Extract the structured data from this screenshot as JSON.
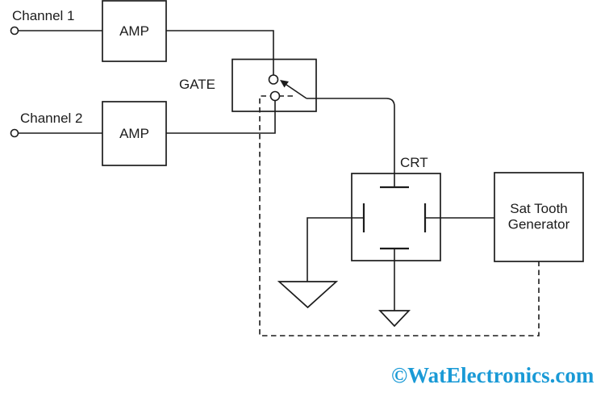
{
  "colors": {
    "line": "#1c1c1c",
    "background": "#ffffff"
  },
  "labels": {
    "channel1": "Channel 1",
    "channel2": "Channel 2",
    "amp1": "AMP",
    "amp2": "AMP",
    "gate": "GATE",
    "crt": "CRT",
    "generator_line1": "Sat Tooth",
    "generator_line2": "Generator"
  },
  "icons": {
    "channel1_terminal": "input-terminal-circle",
    "channel2_terminal": "input-terminal-circle",
    "gate_contacts": "switch-contact-circles",
    "switch_arm": "selector-arrow",
    "grounds": "ground-triangle"
  },
  "watermark": {
    "text": "©WatElectronics.com",
    "color": "#1a9ad6"
  }
}
